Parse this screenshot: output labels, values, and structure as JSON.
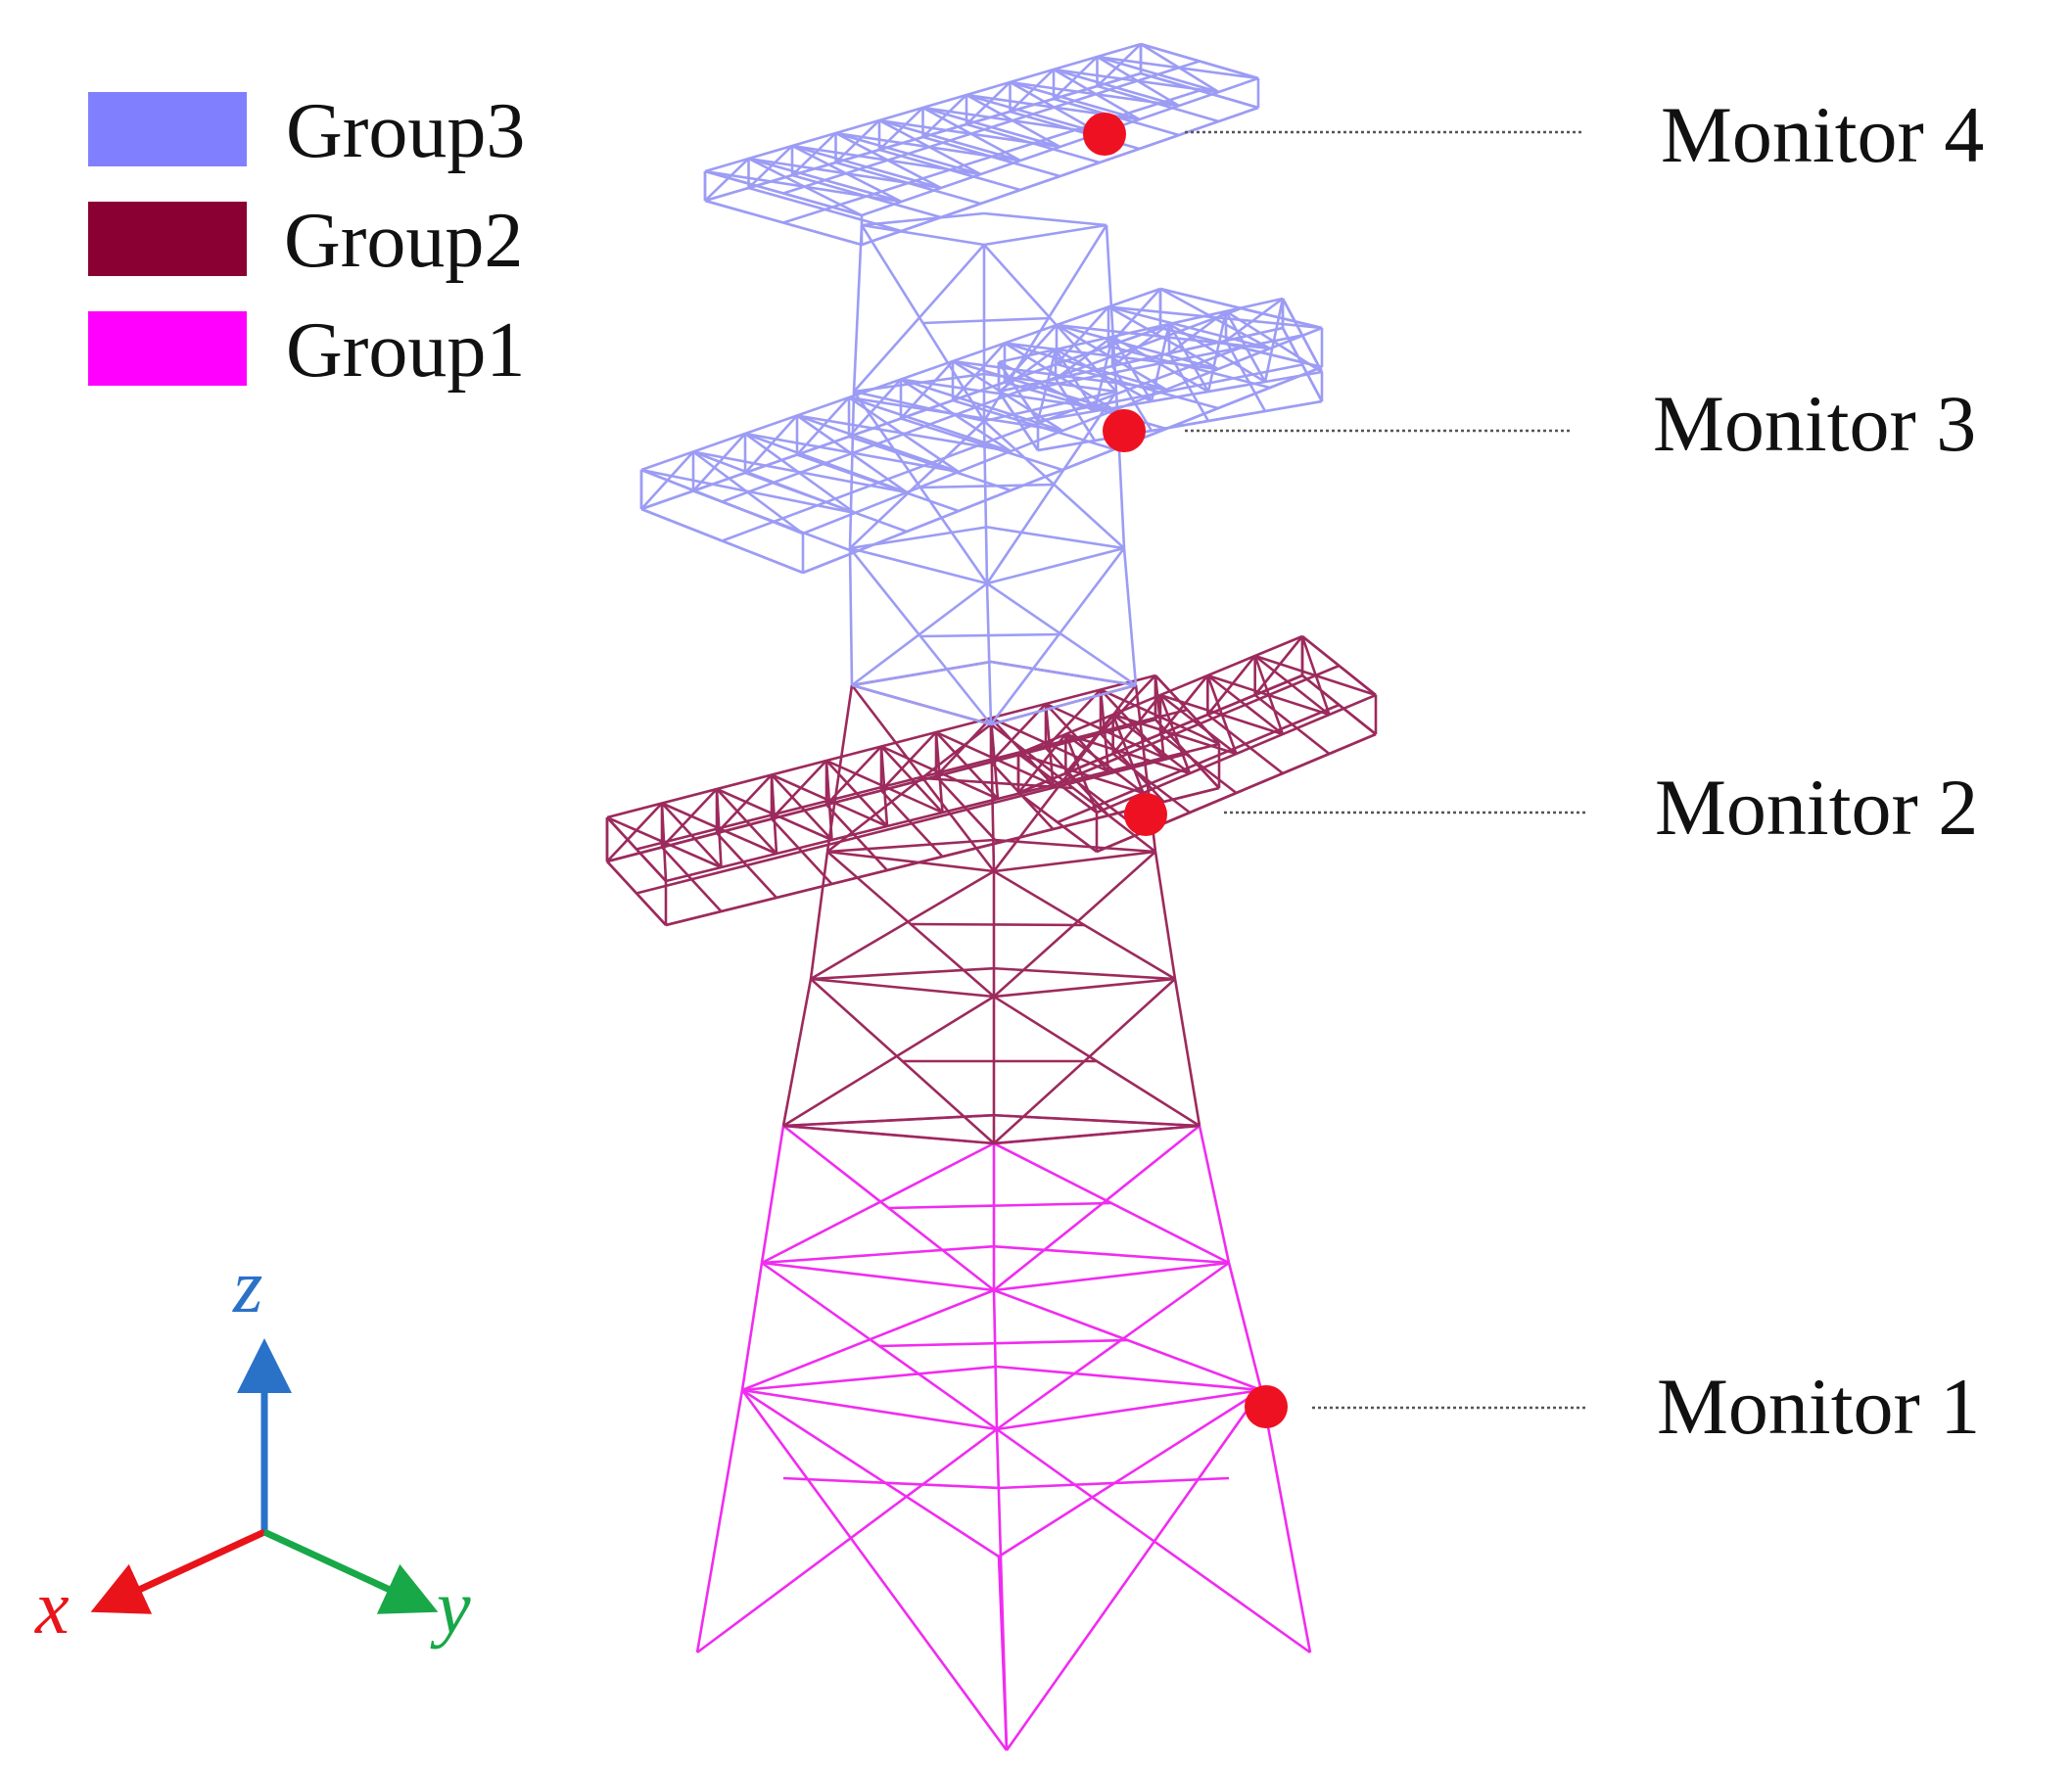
{
  "legend": [
    {
      "label": "Group3",
      "color": "#8080ff"
    },
    {
      "label": "Group2",
      "color": "#8b0033"
    },
    {
      "label": "Group1",
      "color": "#ff00ff"
    }
  ],
  "monitors": [
    "Monitor 4",
    "Monitor 3",
    "Monitor 2",
    "Monitor 1"
  ],
  "monitor_point_color": "#ee1122",
  "axes": {
    "z": {
      "label": "z",
      "color": "#2a72c8"
    },
    "x": {
      "label": "x",
      "color": "#e8141a"
    },
    "y": {
      "label": "y",
      "color": "#18a848"
    }
  },
  "line_colors": {
    "group3": "#9c9cf5",
    "group2": "#9c2a5c",
    "group1": "#f02cf0"
  }
}
